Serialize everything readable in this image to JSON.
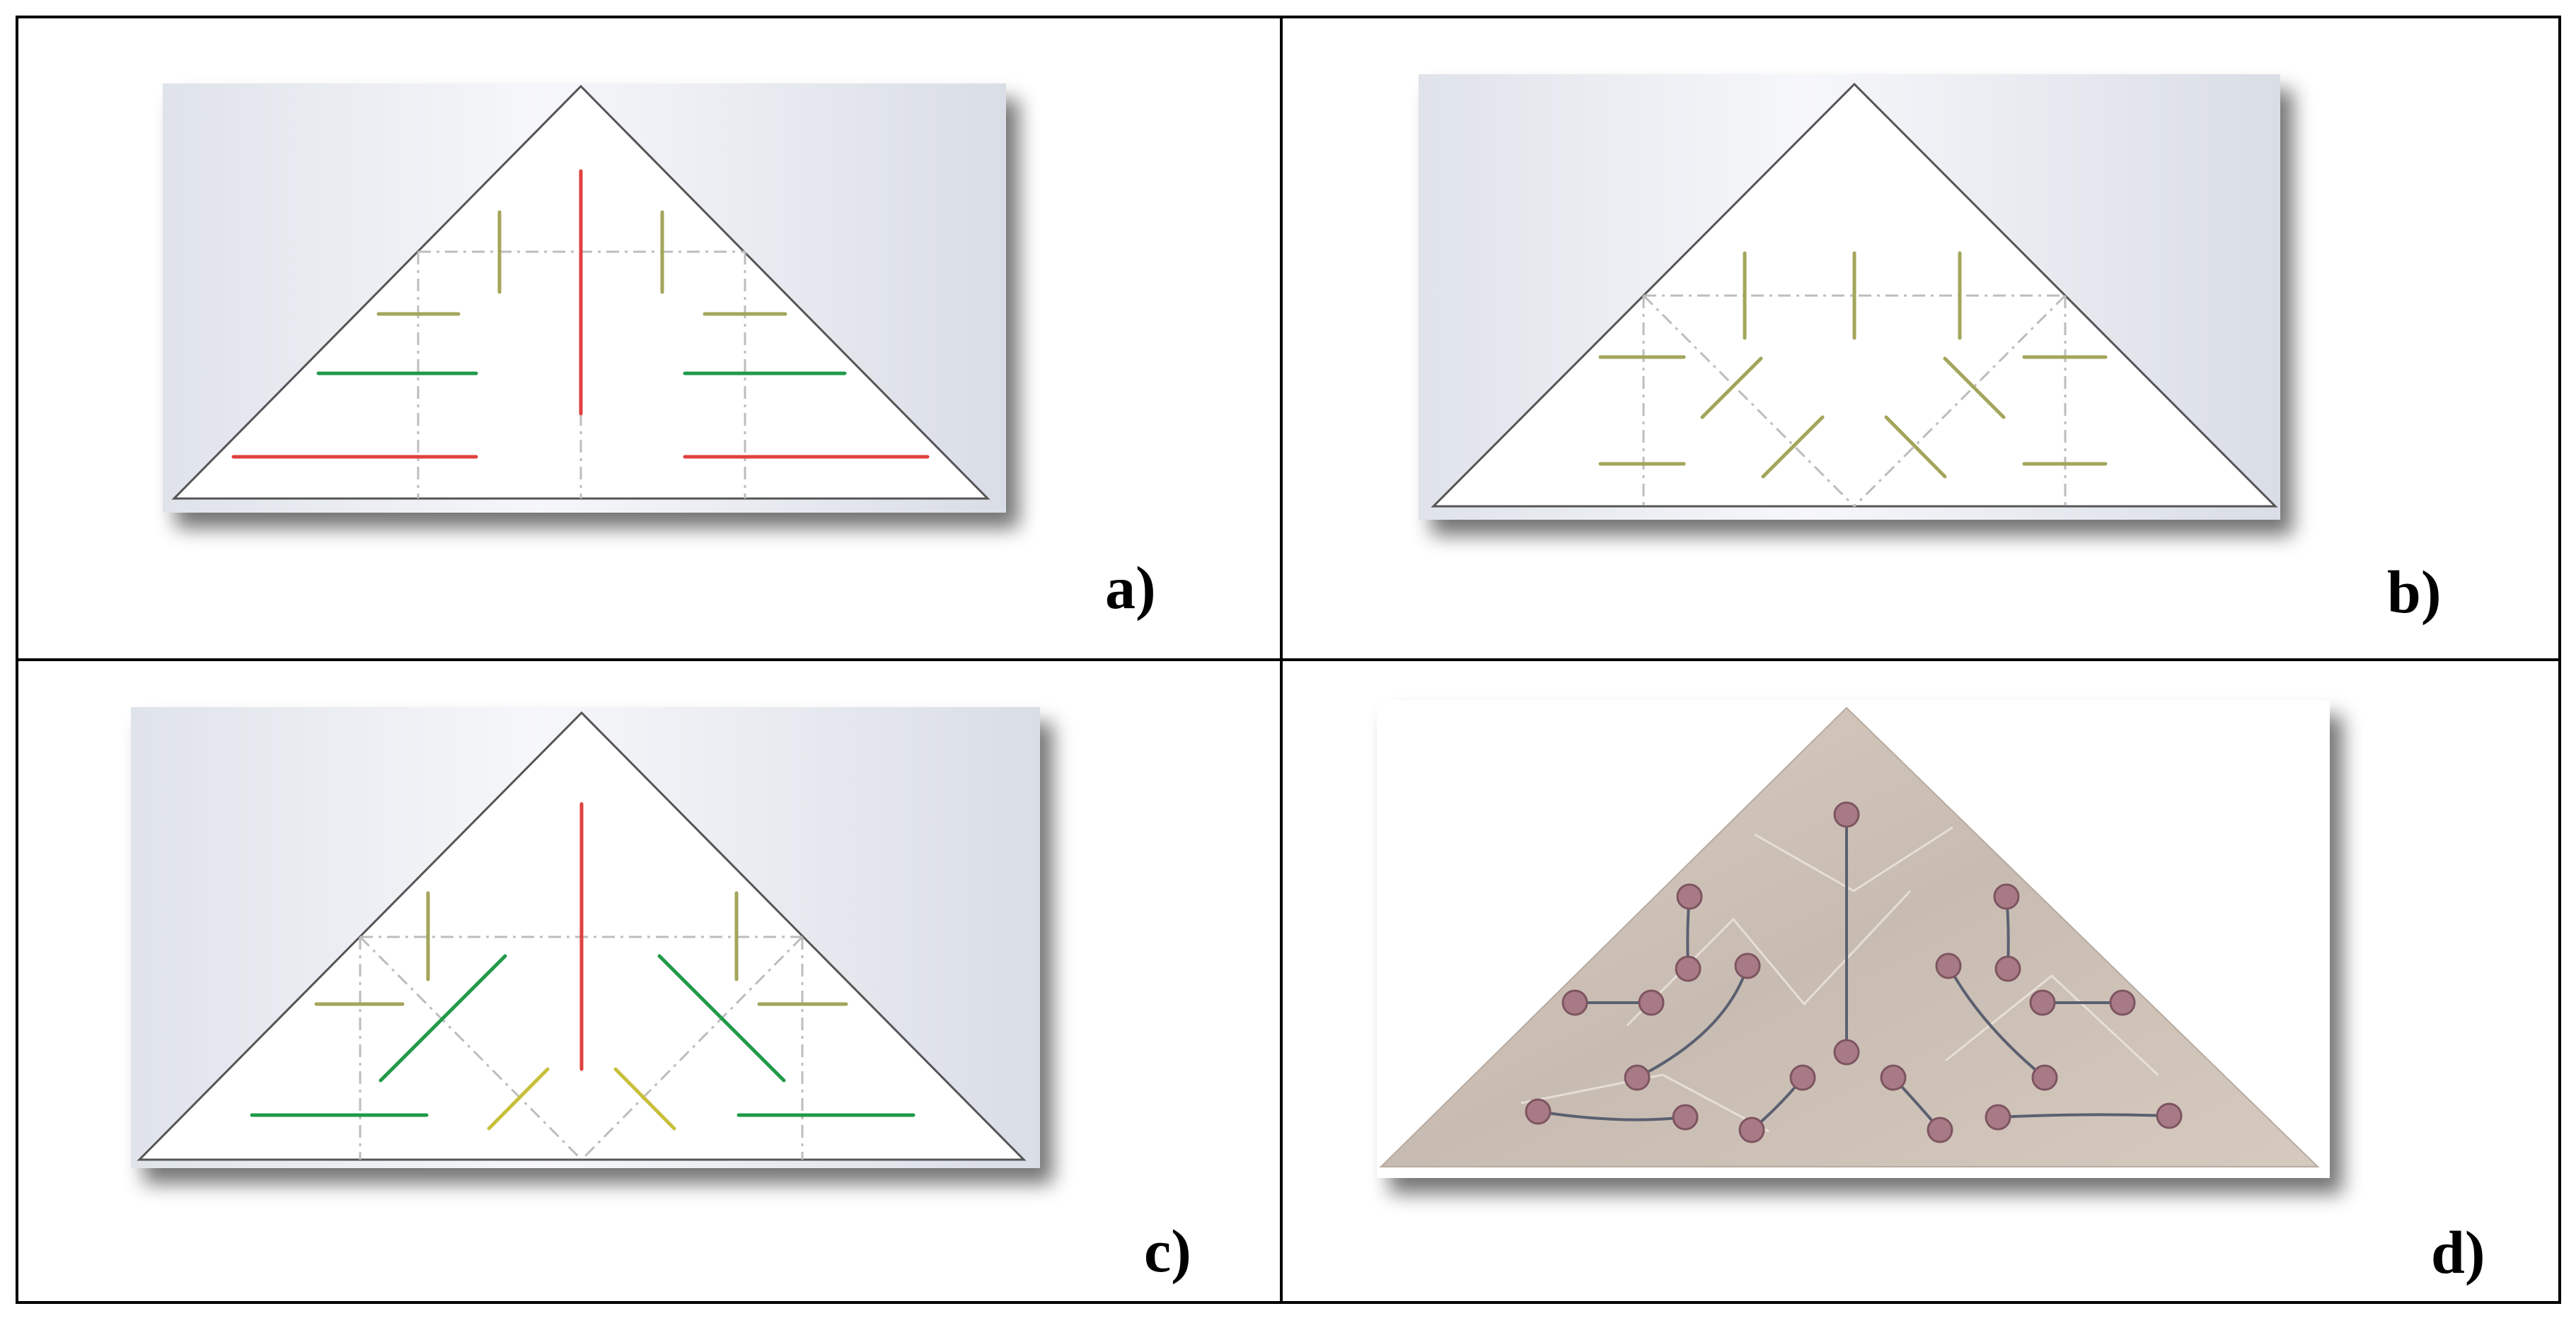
{
  "figure": {
    "panels": [
      {
        "id": "a",
        "label": "a)"
      },
      {
        "id": "b",
        "label": "b)"
      },
      {
        "id": "c",
        "label": "c)"
      },
      {
        "id": "d",
        "label": "d)"
      }
    ],
    "colors": {
      "grid_border": "#000000",
      "sheet": "#ffffff",
      "bg_light": "#f4f5f9",
      "bg_shadow": "#d7dbe4",
      "fold_line": "#bfbfbf",
      "red": "#e0413f",
      "green": "#1f9a4a",
      "olive": "#a3a55a",
      "yellow": "#c8bf3b",
      "foil": "#cdbfb3",
      "bump": "#a87a86",
      "wire": "#5a6070"
    }
  }
}
